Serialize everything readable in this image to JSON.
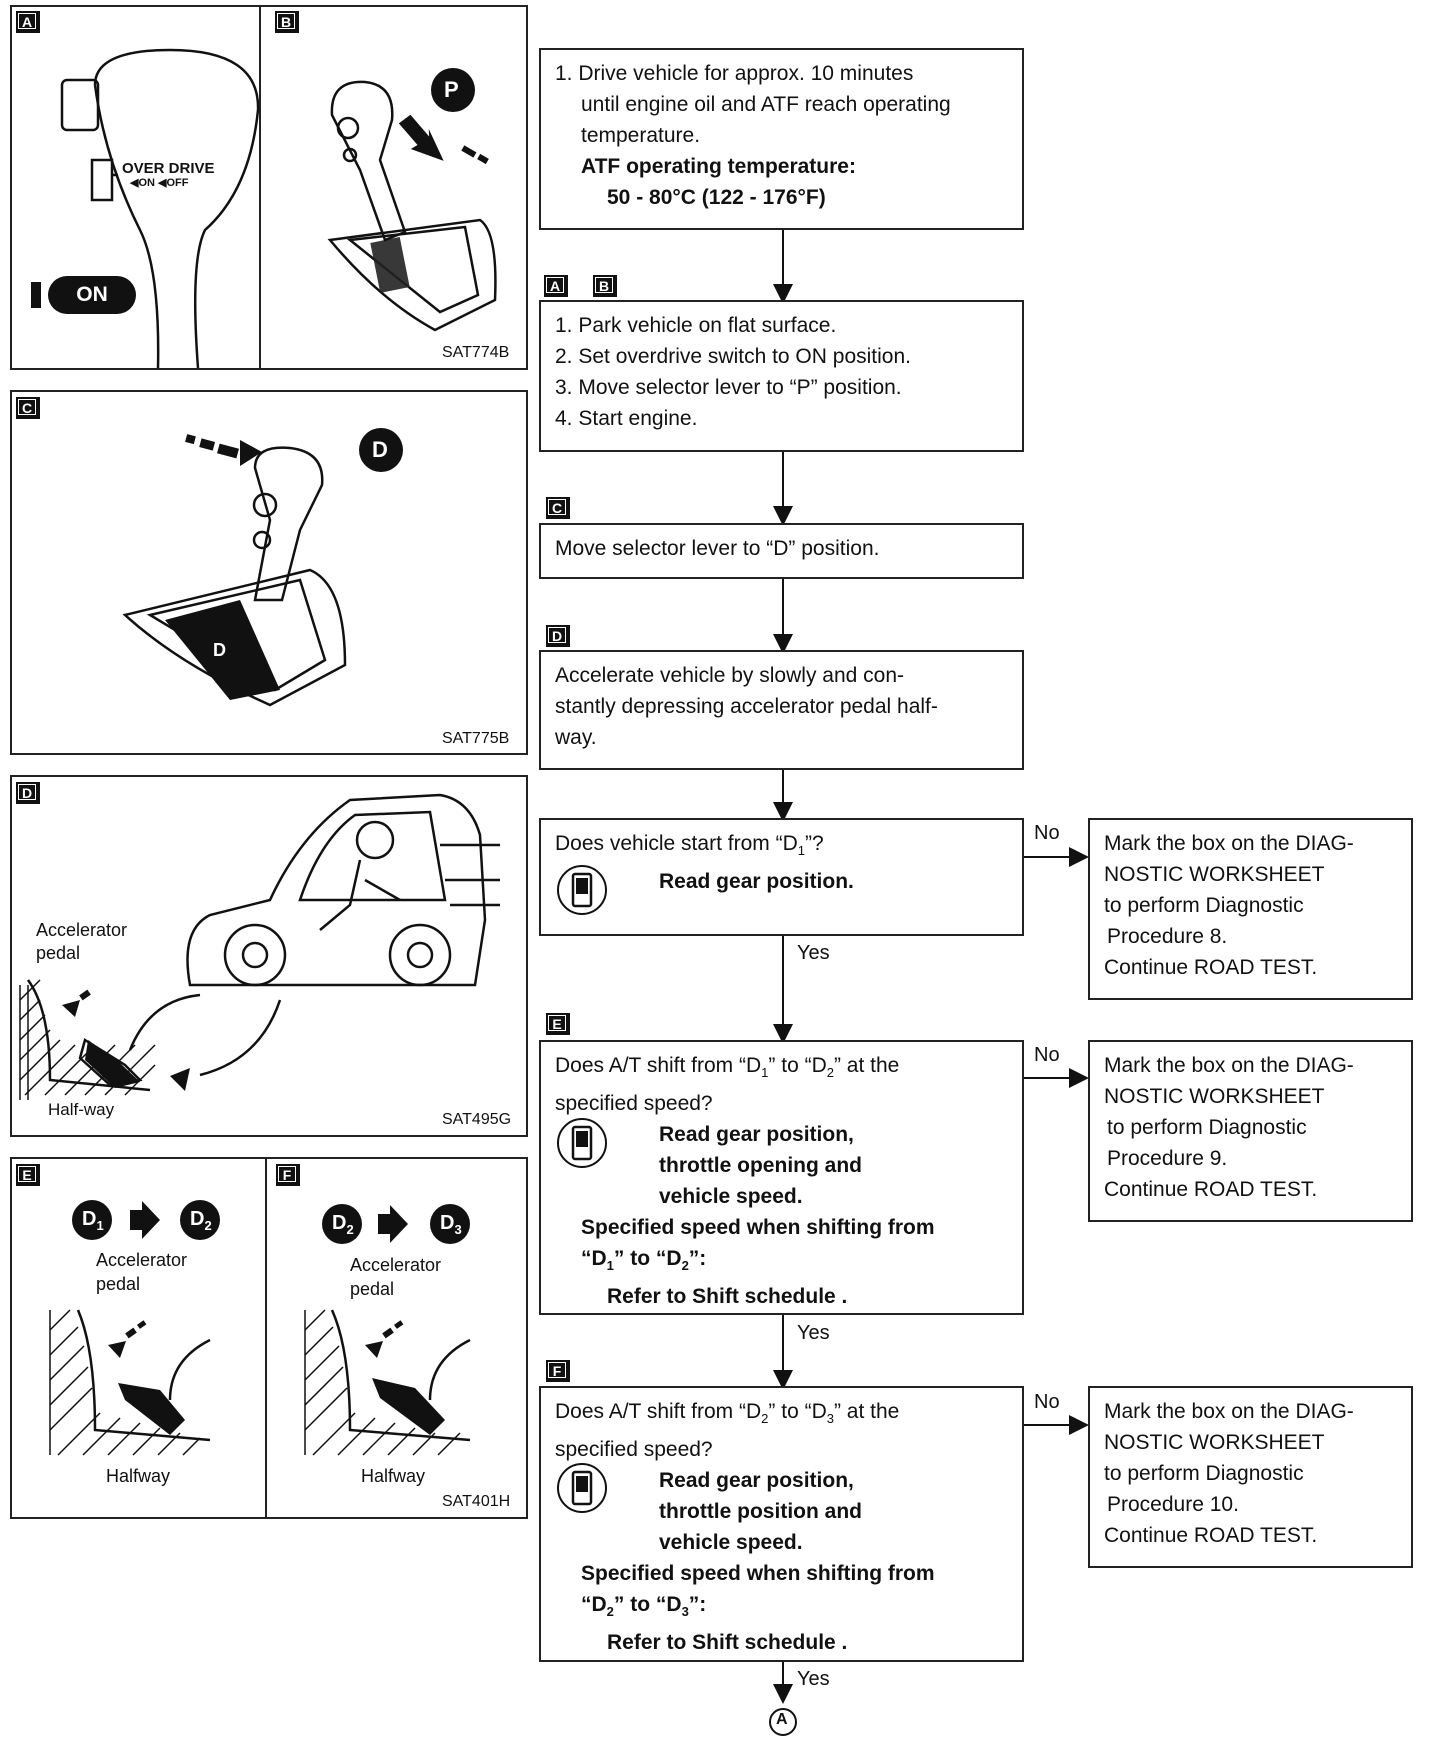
{
  "panels": {
    "A": {
      "tag": "A",
      "overdrive_label": "OVER DRIVE",
      "overdrive_states": "◀ON ◀OFF",
      "switch_label": "ON"
    },
    "B": {
      "tag": "B",
      "position_label": "P",
      "code": "SAT774B"
    },
    "C": {
      "tag": "C",
      "position_label": "D",
      "gate_label": "D",
      "code": "SAT775B"
    },
    "D": {
      "tag": "D",
      "pedal_label_1": "Accelerator",
      "pedal_label_2": "pedal",
      "halfway_label": "Half-way",
      "code": "SAT495G"
    },
    "E": {
      "tag": "E",
      "from": "D",
      "from_sub": "1",
      "to": "D",
      "to_sub": "2",
      "pedal_label_1": "Accelerator",
      "pedal_label_2": "pedal",
      "halfway_label": "Halfway"
    },
    "F": {
      "tag": "F",
      "from": "D",
      "from_sub": "2",
      "to": "D",
      "to_sub": "3",
      "pedal_label_1": "Accelerator",
      "pedal_label_2": "pedal",
      "halfway_label": "Halfway",
      "code": "SAT401H"
    }
  },
  "flow": {
    "step1": {
      "lines": [
        "1. Drive vehicle for approx. 10 minutes",
        "until engine oil and ATF reach operating",
        "temperature."
      ],
      "bold_lines": [
        "ATF operating temperature:",
        "50 - 80°C (122 - 176°F)"
      ]
    },
    "step2": {
      "tags": [
        "A",
        "B"
      ],
      "lines": [
        "1. Park vehicle on flat surface.",
        "2. Set overdrive switch to ON position.",
        "3. Move selector lever to “P” position.",
        "4. Start engine."
      ]
    },
    "step3": {
      "tag": "C",
      "lines": [
        "Move selector lever to “D” position."
      ]
    },
    "step4": {
      "tag": "D",
      "lines": [
        "Accelerate vehicle by slowly and con-",
        "stantly depressing accelerator pedal half-",
        "way."
      ]
    },
    "step5": {
      "q_pre": "Does vehicle start from “D",
      "q_sub": "1",
      "q_post": "”?",
      "read": "Read gear position."
    },
    "step6": {
      "tag": "E",
      "q1_a": "Does A/T shift from “D",
      "q1_sub1": "1",
      "q1_b": "” to “D",
      "q1_sub2": "2",
      "q1_c": "” at the",
      "q2": "specified speed?",
      "read": [
        "Read gear position,",
        "throttle opening and",
        "vehicle speed."
      ],
      "spec": "Specified speed when shifting from",
      "spec2_a": "“D",
      "spec2_sub1": "1",
      "spec2_b": "” to “D",
      "spec2_sub2": "2",
      "spec2_c": "”:",
      "refer": "Refer to Shift schedule ."
    },
    "step7": {
      "tag": "F",
      "q1_a": "Does A/T shift from “D",
      "q1_sub1": "2",
      "q1_b": "” to “D",
      "q1_sub2": "3",
      "q1_c": "” at the",
      "q2": "specified speed?",
      "read": [
        "Read gear position,",
        "throttle position and",
        "vehicle speed."
      ],
      "spec": "Specified speed when shifting from",
      "spec2_a": "“D",
      "spec2_sub1": "2",
      "spec2_b": "” to “D",
      "spec2_sub2": "3",
      "spec2_c": "”:",
      "refer": "Refer to Shift schedule ."
    },
    "no1": [
      "Mark the box on the DIAG-",
      "NOSTIC WORKSHEET",
      "to perform Diagnostic",
      "Procedure 8.",
      "Continue ROAD TEST."
    ],
    "no2": [
      "Mark the box on the DIAG-",
      "NOSTIC WORKSHEET",
      "to perform Diagnostic",
      "Procedure 9.",
      "Continue ROAD TEST."
    ],
    "no3": [
      "Mark the box on the DIAG-",
      "NOSTIC WORKSHEET",
      "to perform Diagnostic",
      "Procedure 10.",
      "Continue ROAD TEST."
    ],
    "yes_label": "Yes",
    "no_label": "No",
    "connector": "A"
  }
}
